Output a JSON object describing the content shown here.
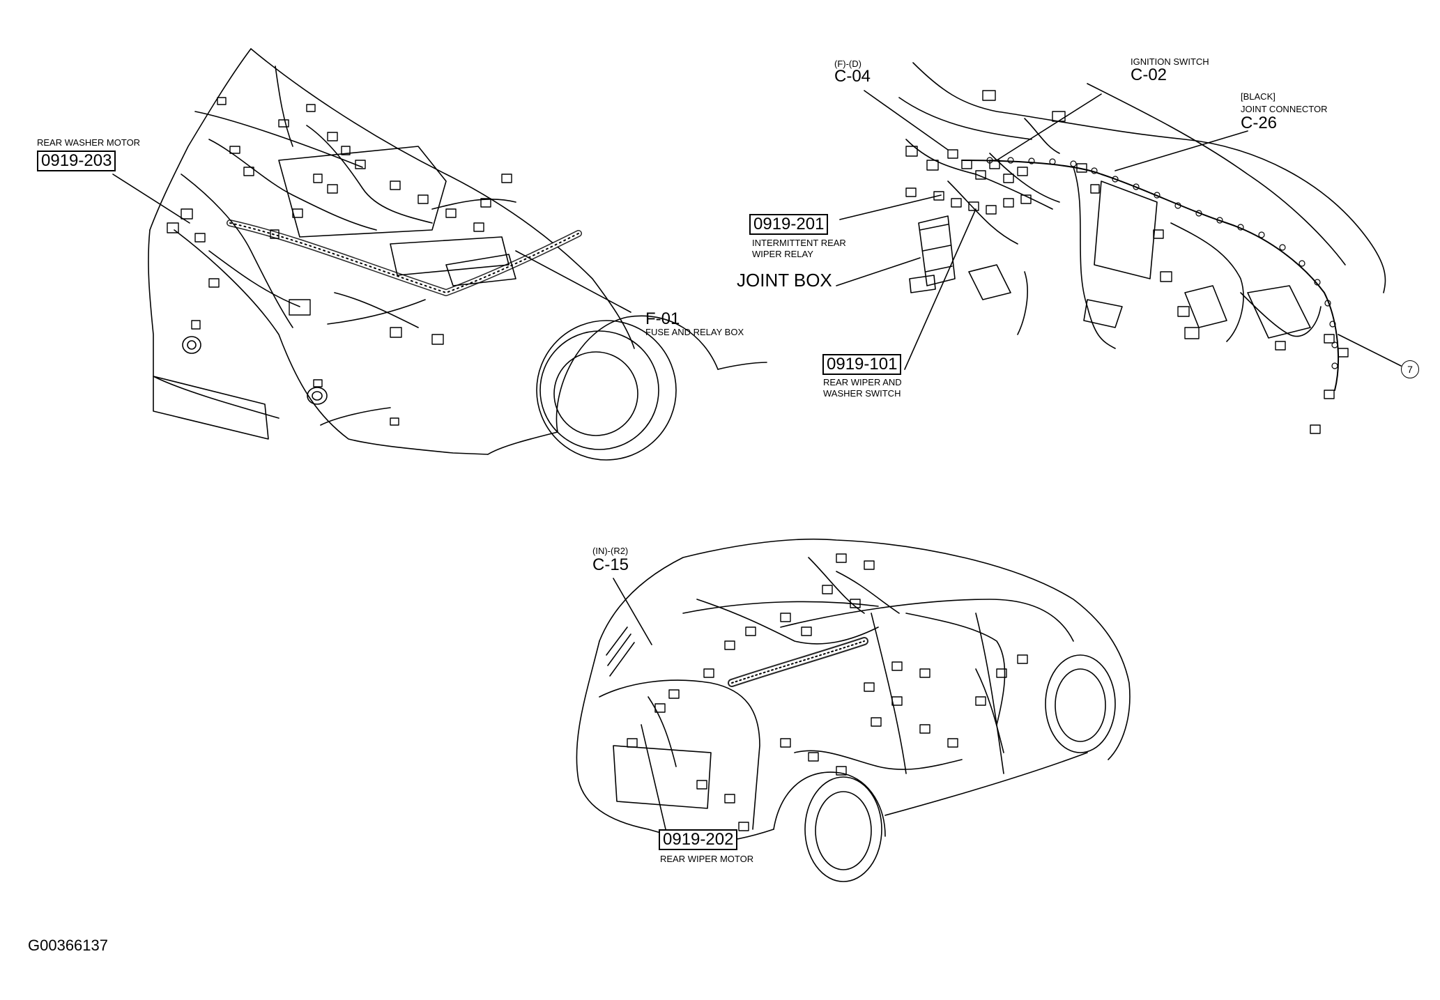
{
  "labels": {
    "rear_washer_motor": {
      "caption": "REAR WASHER MOTOR",
      "code": "0919-203"
    },
    "fuse_relay_box": {
      "code": "F-01",
      "caption": "FUSE AND RELAY BOX"
    },
    "c04": {
      "prefix": "(F)-(D)",
      "code": "C-04"
    },
    "c02": {
      "caption": "IGNITION SWITCH",
      "code": "C-02"
    },
    "c26": {
      "prefix": "[BLACK]",
      "caption": "JOINT CONNECTOR",
      "code": "C-26"
    },
    "intermittent_relay": {
      "code": "0919-201",
      "caption_line1": "INTERMITTENT REAR",
      "caption_line2": "WIPER RELAY"
    },
    "joint_box": {
      "caption": "JOINT BOX"
    },
    "rear_wiper_switch": {
      "code": "0919-101",
      "caption_line1": "REAR WIPER AND",
      "caption_line2": "WASHER SWITCH"
    },
    "circle_ref": {
      "text": "7"
    },
    "c15": {
      "prefix": "(IN)-(R2)",
      "code": "C-15"
    },
    "rear_wiper_motor": {
      "code": "0919-202",
      "caption": "REAR WIPER MOTOR"
    },
    "figure_id": {
      "text": "G00366137"
    }
  }
}
